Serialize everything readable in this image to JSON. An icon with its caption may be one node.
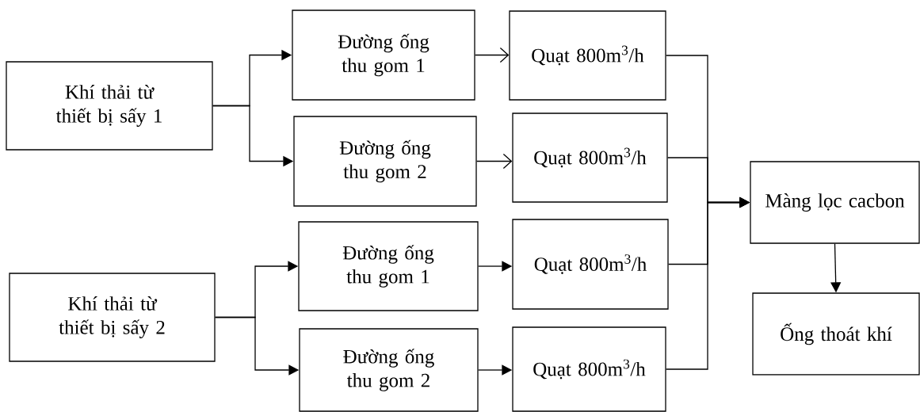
{
  "diagram": {
    "nodes": [
      {
        "text": [
          "Khí thải từ thiết bị sấy 1"
        ]
      },
      {
        "text": [
          "Đường ống thu gom 1"
        ]
      },
      {
        "text": [
          "Đường ống thu gom 2"
        ]
      },
      {
        "text": [
          "Quạt 800m$^{3}$/h"
        ]
      },
      {
        "text": [
          "Quạt 800m$^{3}$/h"
        ]
      },
      {
        "text": [
          "Khí thải từ thiết bị sấy 2"
        ]
      },
      {
        "text": [
          "Đường ống thu gom 1"
        ]
      },
      {
        "text": [
          "Quạt 800m$^{3}$/h"
        ]
      },
      {
        "text": [
          "Đường ống thu gom 2"
        ]
      },
      {
        "text": [
          "Quạt 800m$^{3}$/h"
        ]
      },
      {
        "text": [
          "Màng lọc cacbon"
        ]
      },
      {
        "text": [
          "Ống thoát khí"
        ]
      }
    ],
    "edges": [
      {
        "from": 0,
        "to": 1,
        "arrow": "to"
      },
      {
        "from": 0,
        "to": 2,
        "arrow": "to"
      },
      {
        "from": 1,
        "to": 3,
        "arrow": "to"
      },
      {
        "from": 2,
        "to": 4,
        "arrow": "to"
      },
      {
        "from": 5,
        "to": 6,
        "arrow": "to"
      },
      {
        "from": 5,
        "to": 8,
        "arrow": "to"
      },
      {
        "from": 6,
        "to": 7,
        "arrow": "to"
      },
      {
        "from": 8,
        "to": 9,
        "arrow": "to"
      },
      {
        "from": 3,
        "to": 10,
        "arrow": "to"
      },
      {
        "from": 4,
        "to": 10,
        "arrow": "to"
      },
      {
        "from": 7,
        "to": 10,
        "arrow": "to"
      },
      {
        "from": 9,
        "to": 10,
        "arrow": "to"
      },
      {
        "from": 10,
        "to": 11,
        "arrow": "to"
      }
    ]
  }
}
